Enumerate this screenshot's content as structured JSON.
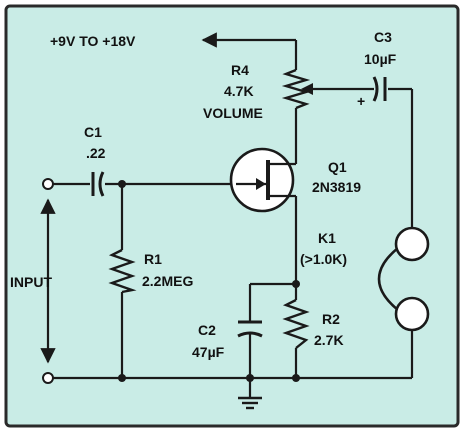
{
  "colors": {
    "background": "#c9ece6",
    "border": "#2a2a2a",
    "wire": "#1a1a1a",
    "text": "#111111",
    "body_white": "#ffffff"
  },
  "supply": {
    "label": "+9V TO +18V"
  },
  "components": {
    "c1": {
      "ref": "C1",
      "value": ".22"
    },
    "r1": {
      "ref": "R1",
      "value": "2.2MEG"
    },
    "r4": {
      "ref": "R4",
      "value": "4.7K",
      "extra": "VOLUME"
    },
    "q1": {
      "ref": "Q1",
      "value": "2N3819"
    },
    "c3": {
      "ref": "C3",
      "value": "10µF",
      "polarity": "+"
    },
    "k1": {
      "ref": "K1",
      "value": "(>1.0K)"
    },
    "c2": {
      "ref": "C2",
      "value": "47µF"
    },
    "r2": {
      "ref": "R2",
      "value": "2.7K"
    }
  },
  "input": {
    "label": "INPUT"
  }
}
